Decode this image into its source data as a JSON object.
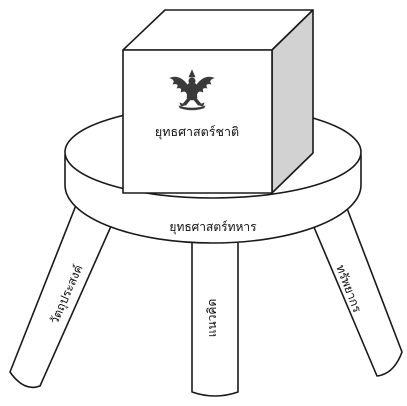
{
  "box": {
    "label": "ยุทธศาสตร์ชาติ",
    "emblem": "garuda-emblem",
    "colors": {
      "front": "#ffffff",
      "top": "#ffffff",
      "side": "#d2d2d2"
    }
  },
  "stool": {
    "label": "ยุทธศาสตร์ทหาร",
    "legs": [
      {
        "id": "left",
        "label": "วัตถุประสงค์"
      },
      {
        "id": "center",
        "label": "แนวคิด"
      },
      {
        "id": "right",
        "label": "ทรัพยากร"
      }
    ]
  }
}
